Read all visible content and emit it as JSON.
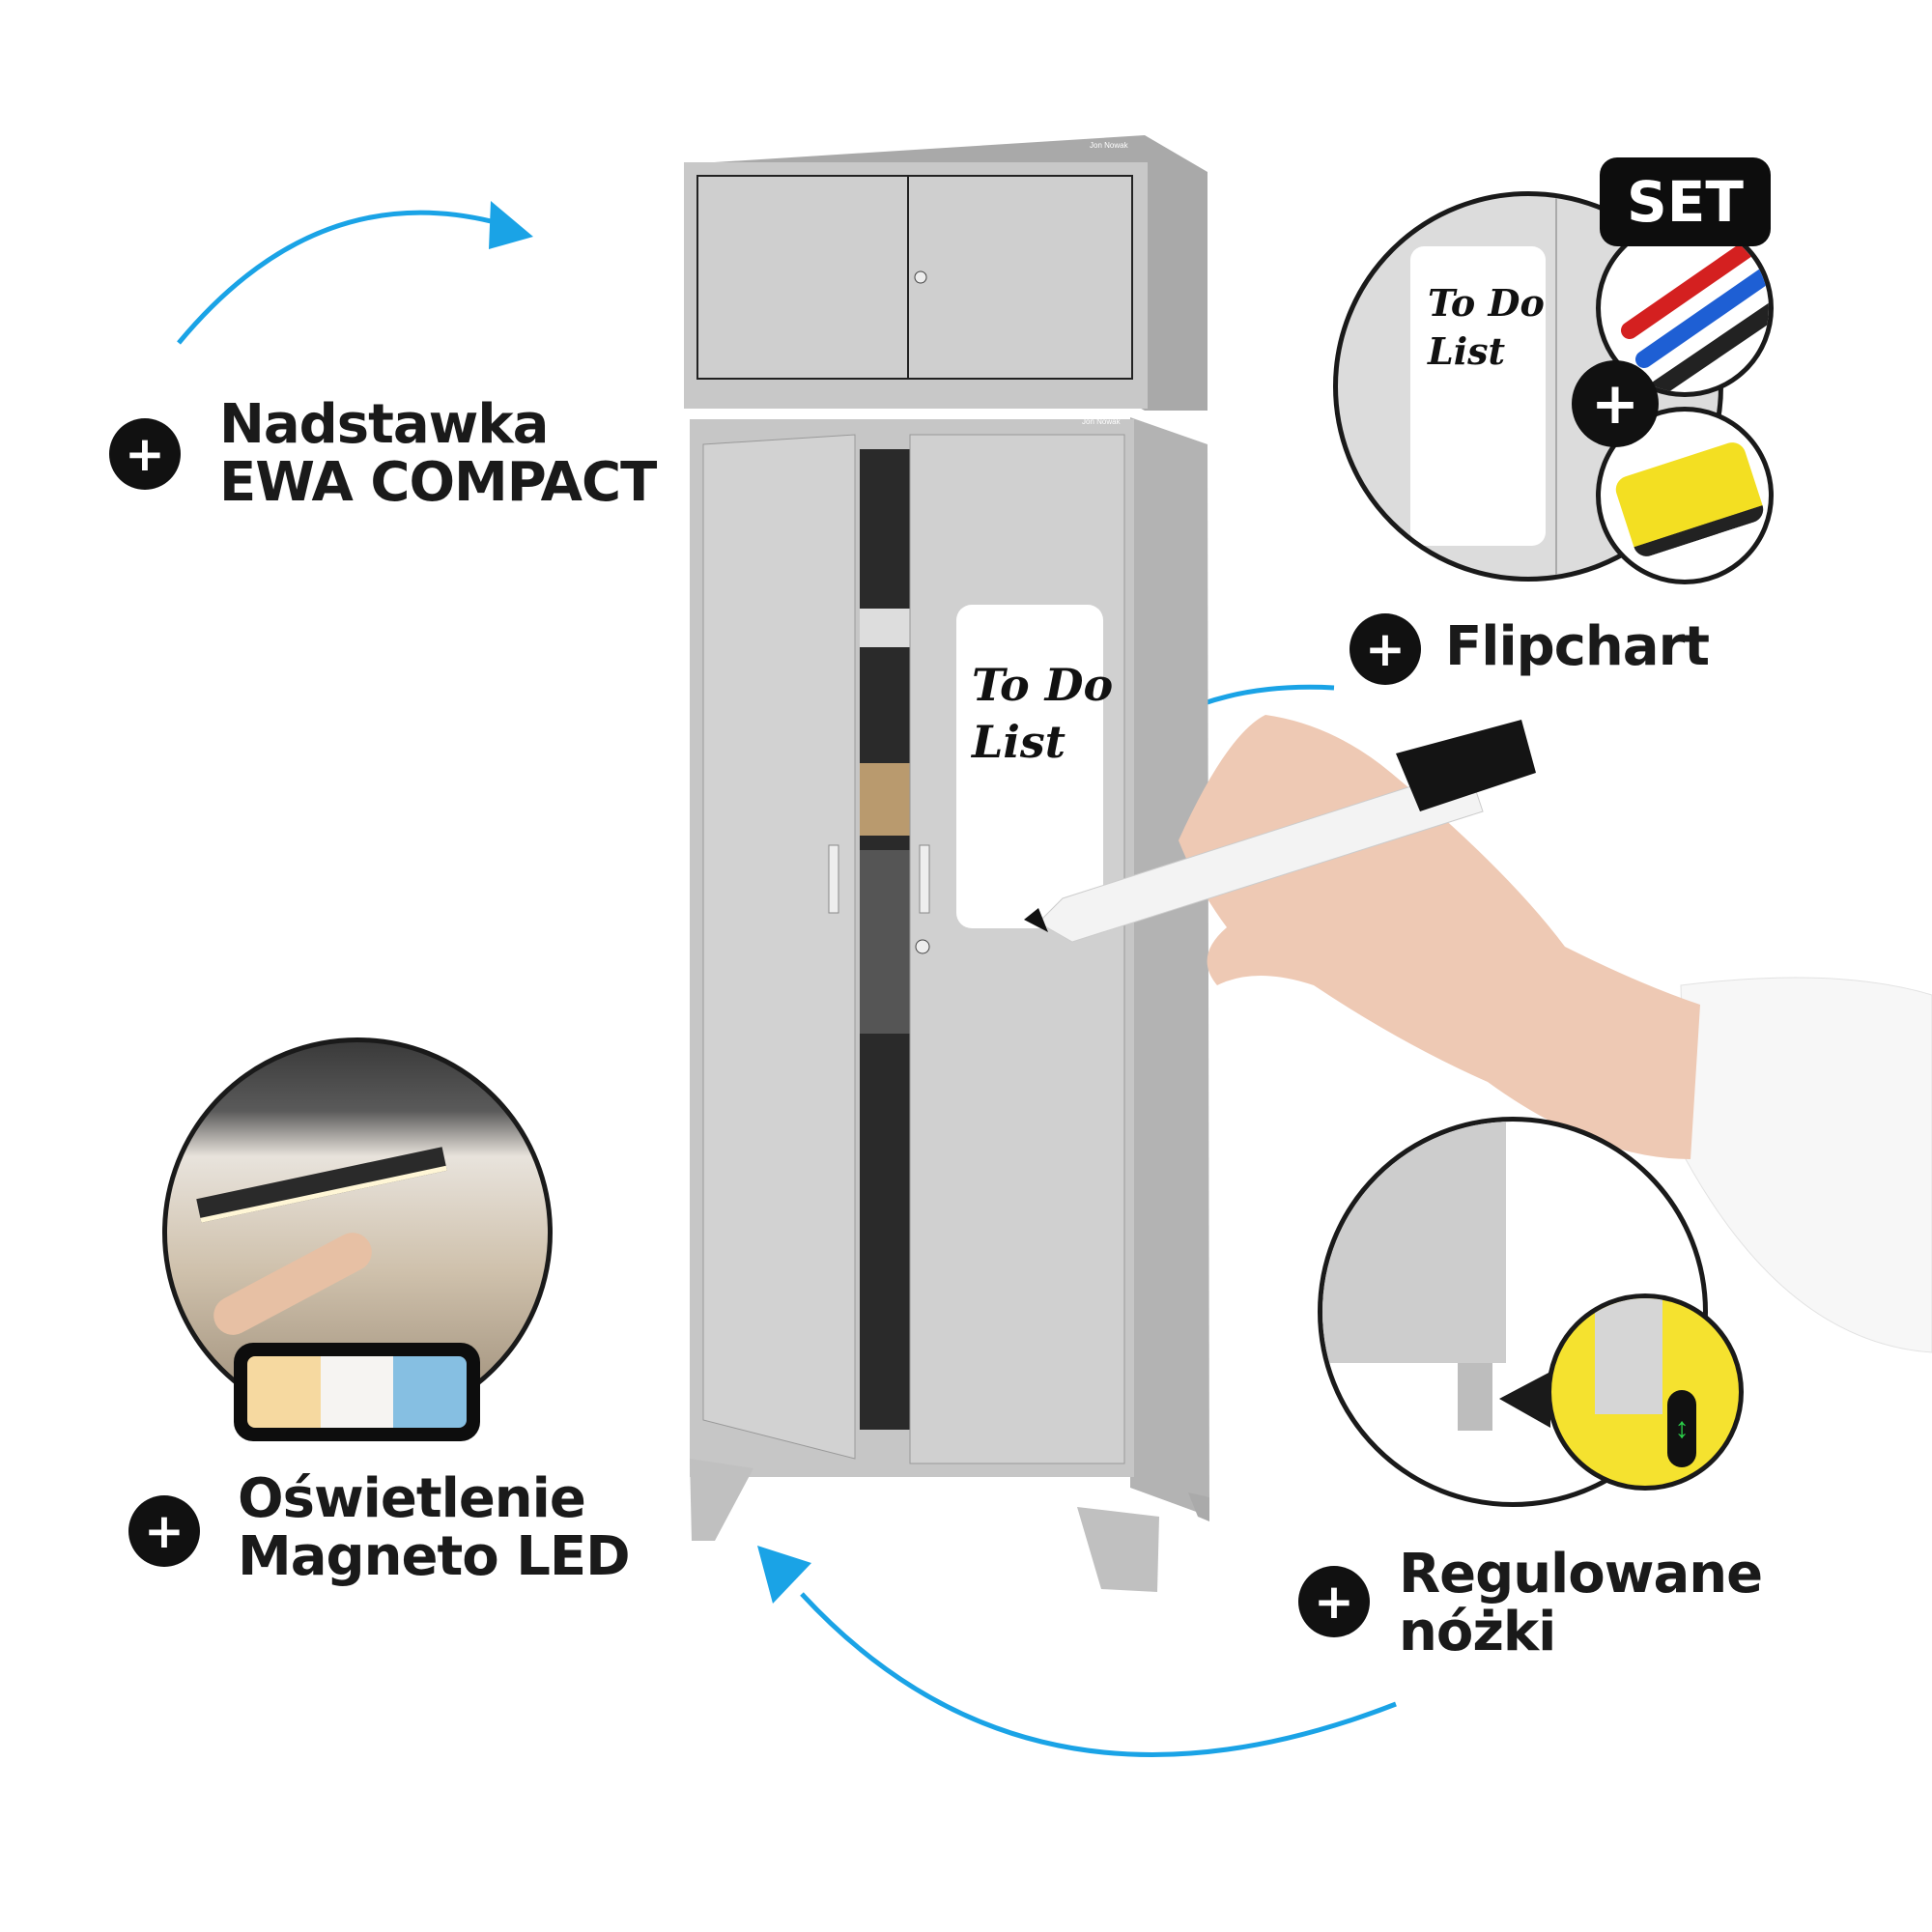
{
  "features": {
    "top_unit": {
      "line1": "Nadstawka",
      "line2": "EWA COMPACT",
      "plus": "+"
    },
    "flipchart": {
      "label": "Flipchart",
      "plus": "+",
      "badge": "SET",
      "set_plus": "+",
      "board_text_1": "To Do",
      "board_text_2": "List"
    },
    "led": {
      "line1": "Oświetlenie",
      "line2": "Magneto LED",
      "plus": "+",
      "led_colors": [
        "#f6d9a0",
        "#f6f4f2",
        "#86bfe2"
      ]
    },
    "legs": {
      "line1": "Regulowane",
      "line2": "nóżki",
      "plus": "+"
    }
  },
  "cabinet": {
    "brand": "Jon Nowak",
    "board_text_1": "To Do",
    "board_text_2": "List"
  },
  "colors": {
    "arrow": "#1aa3e6",
    "cabinet": "#c9c9c9",
    "accent_yellow": "#f5e22f",
    "text": "#1a1a1a"
  }
}
